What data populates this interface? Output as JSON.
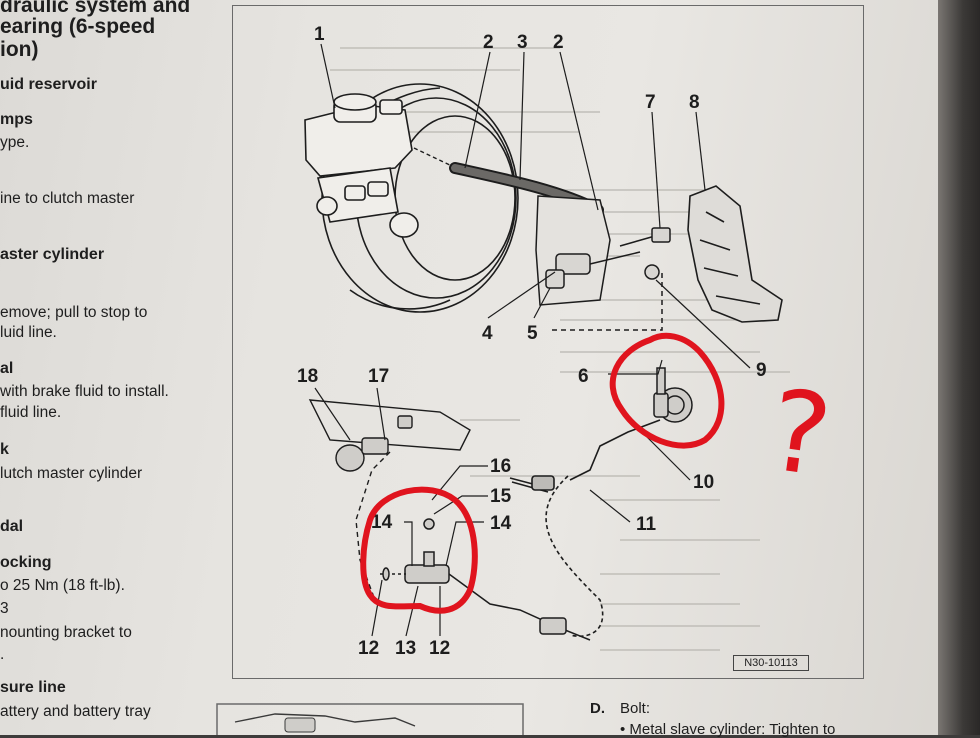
{
  "left_column": {
    "heading_lines": [
      "draulic system and",
      "earing (6-speed",
      "ion)"
    ],
    "items": [
      {
        "bold": true,
        "text": "uid reservoir"
      },
      {
        "bold": true,
        "text": "mps"
      },
      {
        "bold": false,
        "text": "ype."
      },
      {
        "bold": false,
        "text": "ine to clutch master"
      },
      {
        "bold": true,
        "text": "aster cylinder"
      },
      {
        "bold": false,
        "text": "emove; pull to stop to"
      },
      {
        "bold": false,
        "text": "luid line."
      },
      {
        "bold": true,
        "text": "al"
      },
      {
        "bold": false,
        "text": "with brake fluid to install."
      },
      {
        "bold": false,
        "text": "fluid line."
      },
      {
        "bold": true,
        "text": "k"
      },
      {
        "bold": false,
        "text": "lutch master cylinder"
      },
      {
        "bold": true,
        "text": "dal"
      },
      {
        "bold": true,
        "text": "ocking"
      },
      {
        "bold": false,
        "text": "o 25 Nm (18 ft-lb)."
      },
      {
        "bold": false,
        "text": "3"
      },
      {
        "bold": false,
        "text": "nounting bracket to"
      },
      {
        "bold": false,
        "text": "."
      },
      {
        "bold": true,
        "text": "sure line"
      },
      {
        "bold": false,
        "text": "attery and battery tray"
      }
    ]
  },
  "diagram": {
    "callouts": {
      "c1": "1",
      "c2a": "2",
      "c3": "3",
      "c2b": "2",
      "c7": "7",
      "c8": "8",
      "c4": "4",
      "c5": "5",
      "c6": "6",
      "c9": "9",
      "c18": "18",
      "c17": "17",
      "c10": "10",
      "c11": "11",
      "c16": "16",
      "c15": "15",
      "c14a": "14",
      "c14b": "14",
      "c12a": "12",
      "c13": "13",
      "c12b": "12"
    },
    "figure_ref": "N30-10113"
  },
  "below_text": {
    "d_label": "D.",
    "d_title": "Bolt:",
    "d_bullet": "• Metal slave cylinder: Tighten to"
  },
  "annotation": {
    "question_mark": "?",
    "circle_color": "#e0141e"
  }
}
